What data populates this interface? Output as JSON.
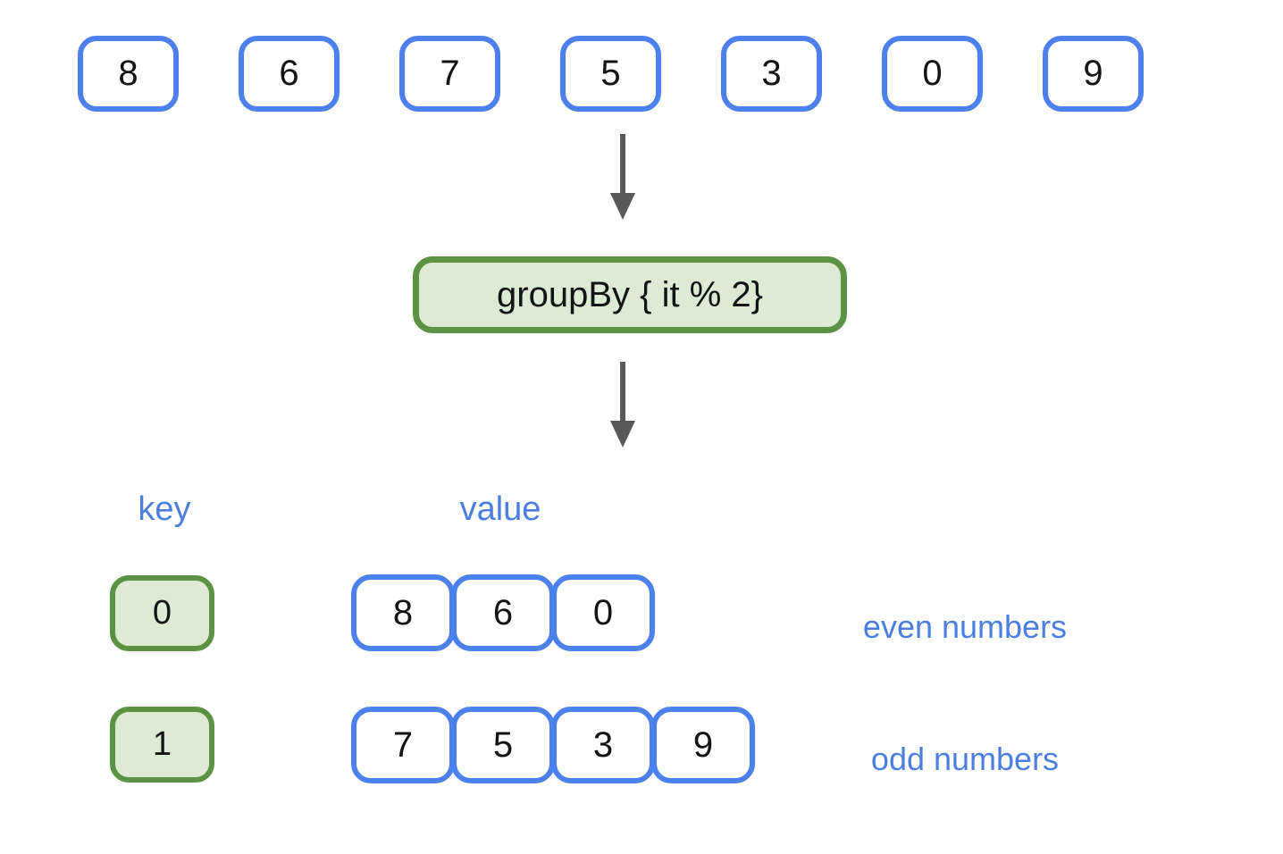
{
  "diagram": {
    "input_list": [
      "8",
      "6",
      "7",
      "5",
      "3",
      "0",
      "9"
    ],
    "operation_label": "groupBy { it % 2}",
    "key_header": "key",
    "value_header": "value",
    "groups": [
      {
        "key": "0",
        "values": [
          "8",
          "6",
          "0"
        ],
        "annotation": "even numbers"
      },
      {
        "key": "1",
        "values": [
          "7",
          "5",
          "3",
          "9"
        ],
        "annotation": "odd numbers"
      }
    ]
  },
  "icons": {
    "down_arrow": "↓"
  },
  "colors": {
    "box_border_blue": "#4c80ec",
    "label_blue": "#4c7ee0",
    "key_border_green": "#5b9243",
    "key_fill_green": "#deebd4",
    "arrow_gray": "#595959",
    "number_text": "#141414",
    "background": "#ffffff"
  }
}
